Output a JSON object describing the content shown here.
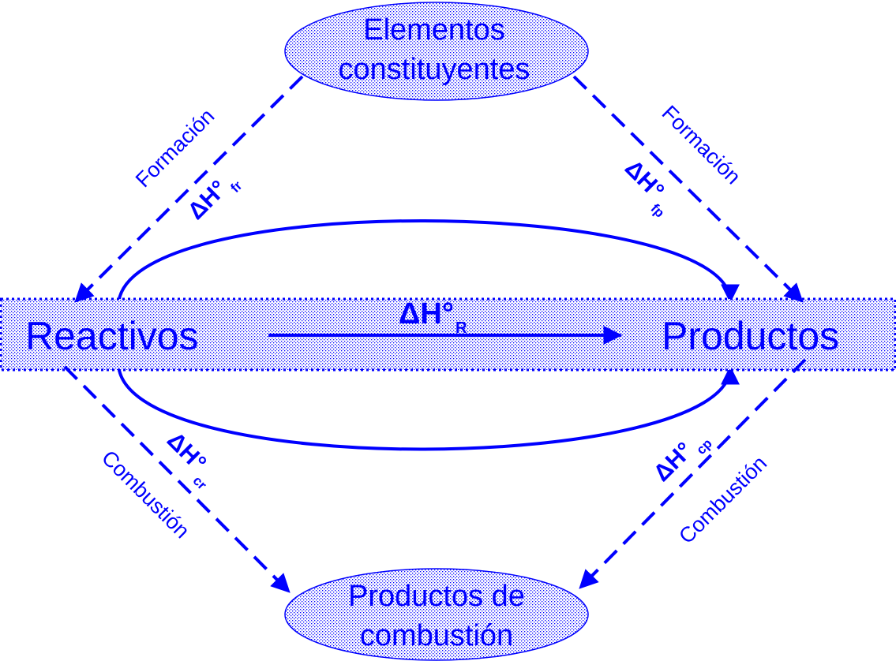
{
  "nodes": {
    "elements": [
      "Elementos",
      "constituyentes"
    ],
    "reactants": "Reactivos",
    "products": "Productos",
    "combustion_products": [
      "Productos de",
      "combustión"
    ]
  },
  "labels": {
    "formation_left": "Formación",
    "formation_right": "Formación",
    "combustion_left": "Combustión",
    "combustion_right": "Combustión"
  },
  "enthalpies": {
    "symbol": "ΔH°",
    "reaction_sub": "R",
    "formation_reactants_sub": "fr",
    "formation_products_sub": "fp",
    "combustion_reactants_sub": "cr",
    "combustion_products_sub": "cp"
  },
  "colors": {
    "primary": "#0000ff",
    "fill_dots": "#0000ff",
    "background": "#ffffff"
  }
}
